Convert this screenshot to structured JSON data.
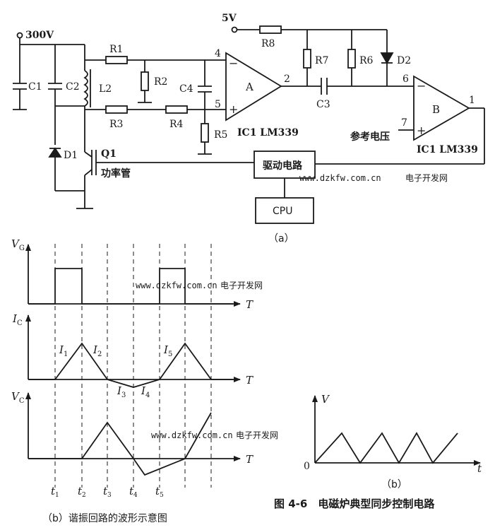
{
  "circuit": {
    "supply_300v": "300V",
    "supply_5v": "5V",
    "c1": "C1",
    "c2": "C2",
    "l2": "L2",
    "r1": "R1",
    "r2": "R2",
    "r3": "R3",
    "r4": "R4",
    "r5": "R5",
    "r6": "R6",
    "r7": "R7",
    "r8": "R8",
    "c3": "C3",
    "c4": "C4",
    "d1": "D1",
    "d2": "D2",
    "q1": "Q1",
    "power_tube": "功率管",
    "op_a": "A",
    "op_b": "B",
    "ic_a": "IC1 LM339",
    "ic_b": "IC1 LM339",
    "pin4": "4",
    "pin5": "5",
    "pin2": "2",
    "pin6": "6",
    "pin7": "7",
    "pin1": "1",
    "minus": "−",
    "plus": "+",
    "driver": "驱动电路",
    "cpu": "CPU",
    "ref_voltage": "参考电压",
    "label_a": "（a）"
  },
  "waveforms": {
    "vg": "V",
    "vg_sub": "G",
    "ic": "I",
    "ic_sub": "C",
    "vc": "V",
    "vc_sub": "C",
    "t_axis": "T",
    "I1": "I",
    "I1_sub": "1",
    "I2": "I",
    "I2_sub": "2",
    "I3": "I",
    "I3_sub": "3",
    "I4": "I",
    "I4_sub": "4",
    "I5": "I",
    "I5_sub": "5",
    "t1": "t",
    "t1_sub": "1",
    "t2": "t",
    "t2_sub": "2",
    "t3": "t",
    "t3_sub": "3",
    "t4": "t",
    "t4_sub": "4",
    "t5": "t",
    "t5_sub": "5",
    "caption_b": "（b）谐振回路的波形示意图"
  },
  "sawtooth": {
    "v": "V",
    "t": "t",
    "origin": "0",
    "label_b": "（b）"
  },
  "figure_title": "图 4-6　电磁炉典型同步控制电路",
  "watermarks": {
    "wm1_url": "www.dzkfw.com.cn",
    "wm1_cn": "电子开发网",
    "wm2_url": "www.dzkfw.com.cn",
    "wm2_cn": "电子开发网",
    "wm3_url": "www.dzkfw.com.cn",
    "wm3_cn": "电子开发网"
  },
  "colors": {
    "ink": "#1a1a1a",
    "watermark_blue": "#3a4fd0",
    "watermark_green": "#2f9a3a"
  }
}
